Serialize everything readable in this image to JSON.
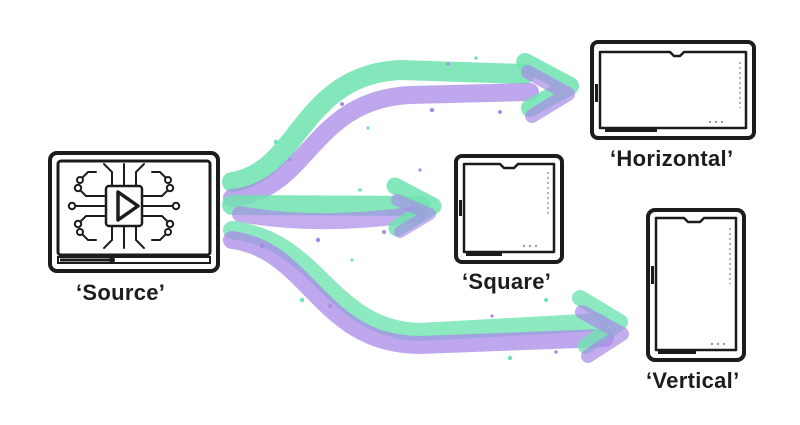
{
  "labels": {
    "source": "‘Source’",
    "horizontal": "‘Horizontal’",
    "square": "‘Square’",
    "vertical": "‘Vertical’"
  },
  "colors": {
    "green": "#6fe3b0",
    "purple": "#a98ae8",
    "outline": "#1c1c1c",
    "screen_fill": "#ffffff"
  },
  "icons": {
    "source": "play-circuit-icon",
    "horizontal": "landscape-frame-icon",
    "square": "square-frame-icon",
    "vertical": "portrait-frame-icon"
  }
}
